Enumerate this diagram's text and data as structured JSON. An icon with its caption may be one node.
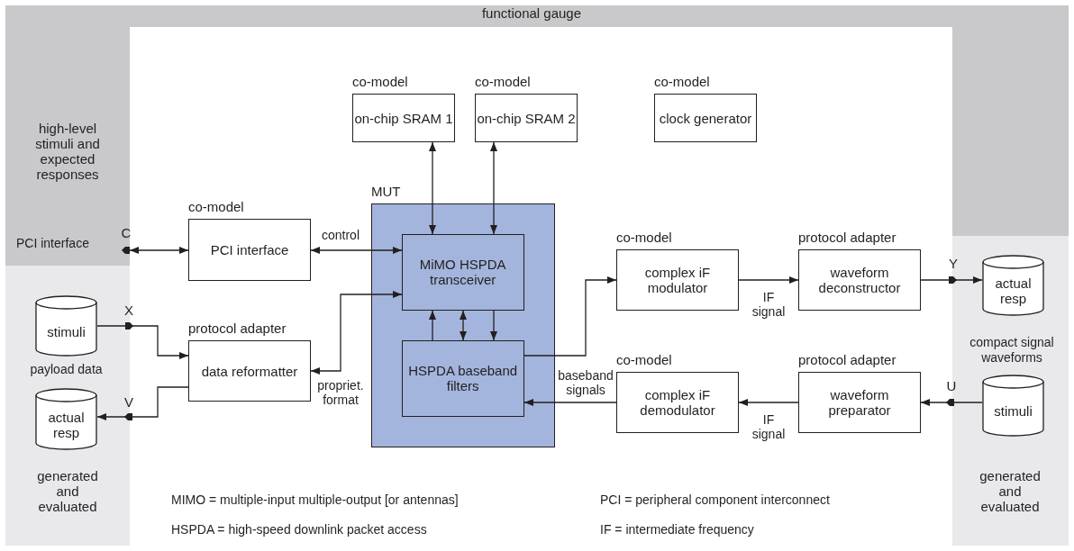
{
  "diagram": {
    "nodes": [
      {
        "text": [
          "co-model",
          "on-chip SRAM 1"
        ]
      },
      {
        "text": [
          "co-model",
          "on-chip SRAM 2"
        ]
      },
      {
        "text": [
          "co-model",
          "clock generator"
        ]
      },
      {
        "text": [
          "MUT"
        ]
      },
      {
        "text": [
          "MiMO HSPDA transceiver"
        ],
        "in": 3
      },
      {
        "text": [
          "HSPDA baseband filters"
        ],
        "in": 3
      },
      {
        "text": [
          "co-model",
          "PCI interface"
        ]
      },
      {
        "text": [
          "protocol adapter",
          "data reformatter"
        ]
      },
      {
        "text": [
          "co-model",
          "complex iF modulator"
        ]
      },
      {
        "text": [
          "protocol adapter",
          "waveform deconstructor"
        ]
      },
      {
        "text": [
          "co-model",
          "complex iF demodulator"
        ]
      },
      {
        "text": [
          "protocol adapter",
          "waveform preparator"
        ]
      },
      {
        "text": [
          "stimuli"
        ],
        "beside": [
          "payload data"
        ]
      },
      {
        "text": [
          "actual resp"
        ]
      },
      {
        "text": [
          "actual resp"
        ]
      },
      {
        "text": [
          "stimuli"
        ]
      },
      {
        "text": [
          "high-level stimuli and expected responses",
          "PCI interface"
        ]
      }
    ],
    "edges": [
      {
        "from": 0,
        "to": 4,
        "arrow": "both"
      },
      {
        "from": 1,
        "to": 4,
        "arrow": "both"
      },
      {
        "from": 16,
        "to": 6,
        "arrow": "both"
      },
      {
        "from": 6,
        "to": 4,
        "arrow": "both",
        "label": "control"
      },
      {
        "from": 7,
        "to": 4,
        "arrow": "both",
        "label": "propriet. format"
      },
      {
        "from": 12,
        "to": 7,
        "arrow": "to"
      },
      {
        "from": 7,
        "to": 13,
        "arrow": "to"
      },
      {
        "from": 5,
        "to": 4,
        "arrow": "to"
      },
      {
        "from": 4,
        "to": 5,
        "arrow": "both"
      },
      {
        "from": 4,
        "to": 5,
        "arrow": "to"
      },
      {
        "from": 5,
        "to": 8,
        "arrow": "to"
      },
      {
        "from": 10,
        "to": 5,
        "arrow": "to",
        "label": "baseband signals"
      },
      {
        "from": 8,
        "to": 9,
        "arrow": "to",
        "label": "IF signal"
      },
      {
        "from": 9,
        "to": 14,
        "arrow": "to"
      },
      {
        "from": 15,
        "to": 11,
        "arrow": "to"
      },
      {
        "from": 11,
        "to": 10,
        "arrow": "to",
        "label": "IF signal"
      }
    ],
    "labels": [
      "functional gauge",
      "C",
      "X",
      "V",
      "Y",
      "U",
      "compact signal waveforms",
      "generated and evaluated",
      "generated and evaluated",
      "MIMO = multiple-input multiple-output [or antennas]",
      "PCI = peripheral component interconnect",
      "HSPDA = high-speed downlink packet access",
      "IF = intermediate frequency"
    ]
  }
}
